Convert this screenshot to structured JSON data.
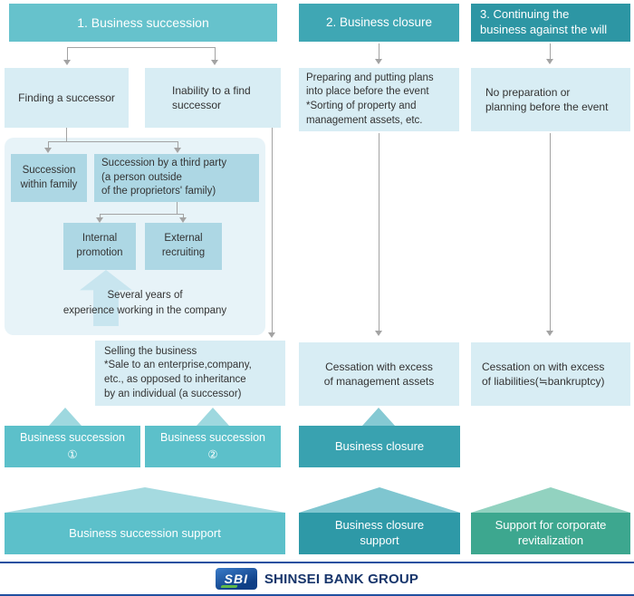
{
  "headers": {
    "succession": "1. Business succession",
    "closure": "2. Business closure",
    "continuing": "3. Continuing the\nbusiness against the will"
  },
  "succession_column": {
    "finding": "Finding a successor",
    "inability": "Inability to a find\nsuccessor",
    "within_family": "Succession\nwithin family",
    "third_party": "Succession by a third party\n(a person outside\nof the proprietors' family)",
    "internal_promotion": "Internal\npromotion",
    "external_recruiting": "External\nrecruiting",
    "experience_note": "Several years of\nexperience working in the company",
    "selling": "Selling the business\n*Sale to an enterprise,company,\netc., as opposed to inheritance\nby an individual (a successor)",
    "result1": "Business succession\n①",
    "result2": "Business succession\n②"
  },
  "closure_column": {
    "preparing": "Preparing and putting plans\ninto place before the event\n*Sorting of property and\nmanagement assets, etc.",
    "cessation": "Cessation with excess\nof management assets",
    "result": "Business closure"
  },
  "continuing_column": {
    "no_preparation": "No preparation or\nplanning before the event",
    "cessation": "Cessation on with excess\nof liabilities(≒bankruptcy)"
  },
  "banners": {
    "succession_support": "Business succession support",
    "closure_support": "Business closure\nsupport",
    "revitalization_support": "Support for corporate\nrevitalization"
  },
  "footer": {
    "logo_text": "SBI",
    "brand": "SHINSEI BANK GROUP"
  },
  "colors": {
    "header_succession": "#66c2cc",
    "header_closure": "#3fa7b4",
    "header_continuing": "#2d96a4",
    "light_box": "#d8edf4",
    "panel": "#e7f3f8",
    "inner_box": "#add7e4",
    "result_teal": "#5cc0ca",
    "closure_teal": "#39a2b0",
    "revitalization_green": "#3da78f",
    "footer_border_blue": "#2050a0",
    "logo_green": "#5fb94a"
  }
}
